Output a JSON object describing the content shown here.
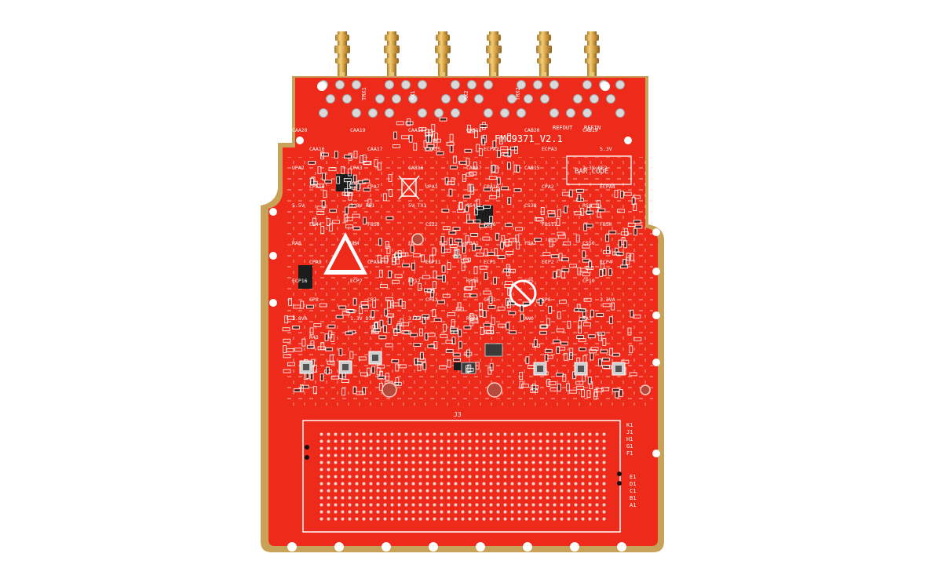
{
  "board": {
    "title": "FMC9371_V2.1",
    "barcode_label": "BAR  CODE",
    "connector_label": "J3",
    "colors": {
      "pcb": "#ee2a1b",
      "pcb_dark": "#cc1f12",
      "edge_gold": "#c9a25a",
      "pad_silver": "#d9d9d9",
      "sma_gold": "#d9a548",
      "silk": "#ffffff"
    },
    "sma_labels": [
      "TRX1",
      "RX1",
      "RX2",
      "TRX2",
      "REFOUT",
      "REFIN"
    ],
    "component_labels": [
      "CAA20",
      "CAA19",
      "CAA18",
      "CAB18",
      "CAB20",
      "CAB19",
      "CAA16",
      "CAA17",
      "CAA15",
      "ECPA2",
      "ECPA3",
      "5.3V",
      "UPA2",
      "CPA3",
      "CAB16",
      "CAB17",
      "CAB15",
      "3.3V_RF2",
      "CPA16",
      "CPA7",
      "UPA1",
      "CPA10",
      "CPA2",
      "ECPA4",
      "5.5V",
      "3.3V_RF1",
      "5V_TX1",
      "CS41",
      "CS38",
      "RS8",
      "CS44",
      "FBS8",
      "CS22",
      "FBS6",
      "FBS17",
      "FBS0",
      "RA8",
      "UM4",
      "FBA7",
      "FBA1",
      "FBA2",
      "CS50",
      "CPA9",
      "CPA11",
      "ECP11",
      "ECP5",
      "ECP2",
      "ECP4",
      "ECP16",
      "ECP7",
      "RP12",
      "RP18",
      "CP5",
      "CP10",
      "CP8",
      "CP7",
      "CP13",
      "CP11",
      "CP6",
      "3.3VA",
      "1.8VA",
      "1.3V_DIG",
      "3.3V_A0",
      "RP24",
      "AN0",
      "RA3",
      "R43"
    ],
    "fmc_row_labels_top": [
      "K1",
      "J1",
      "H1",
      "G1",
      "F1"
    ],
    "fmc_row_labels_bottom": [
      "E1",
      "D1",
      "C1",
      "B1",
      "A1"
    ]
  }
}
